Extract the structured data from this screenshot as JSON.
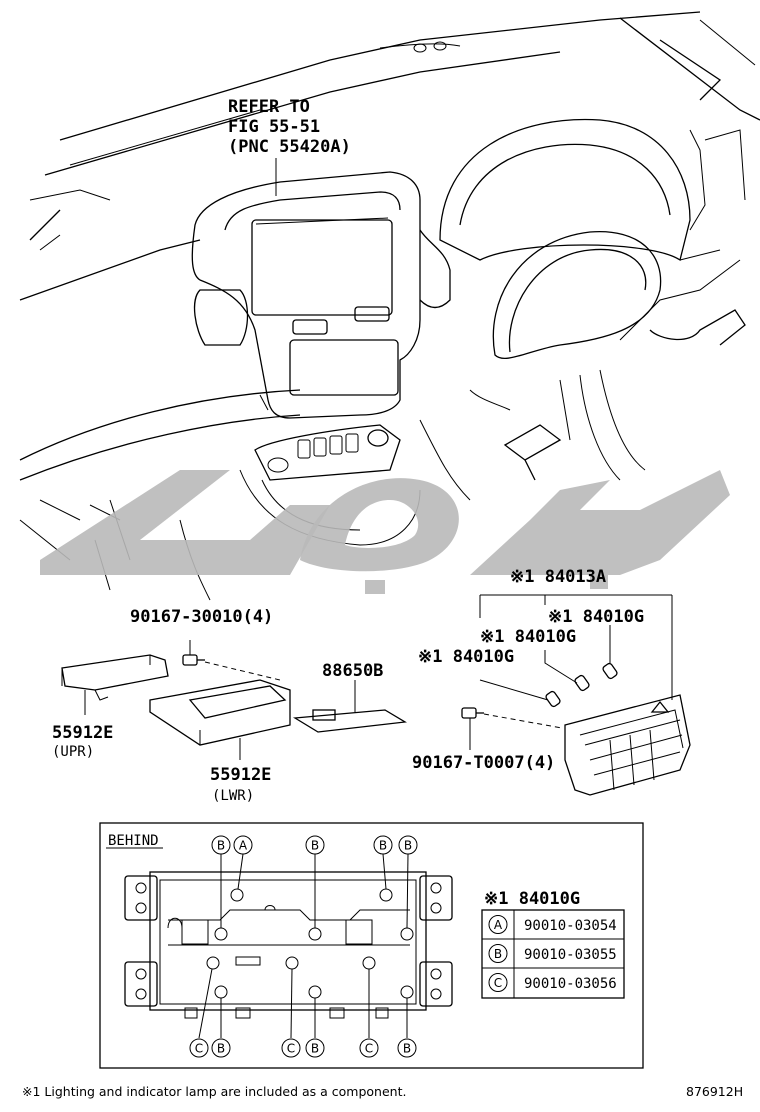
{
  "refer_note": {
    "line1": "REFER TO",
    "line2": "FIG 55-51",
    "line3": "(PNC 55420A)"
  },
  "parts": {
    "p_184013A": "※1 84013A",
    "p_184010G_a": "※1 84010G",
    "p_184010G_b": "※1 84010G",
    "p_184010G_c": "※1 84010G",
    "p_90167_30010": "90167-30010(4)",
    "p_88650B": "88650B",
    "p_55912E_upr": "55912E",
    "p_upr": "(UPR)",
    "p_55912E_lwr": "55912E",
    "p_lwr": "(LWR)",
    "p_90167_T0007": "90167-T0007(4)"
  },
  "behind_panel": {
    "title": "BEHIND",
    "callouts": {
      "a": "A",
      "b": "B",
      "c": "C"
    },
    "table_title": "※1 84010G",
    "table_rows": [
      {
        "key": "A",
        "value": "90010-03054"
      },
      {
        "key": "B",
        "value": "90010-03055"
      },
      {
        "key": "C",
        "value": "90010-03056"
      }
    ]
  },
  "footnote": "※1 Lighting and indicator lamp are included as a component.",
  "figure_id": "876912H"
}
